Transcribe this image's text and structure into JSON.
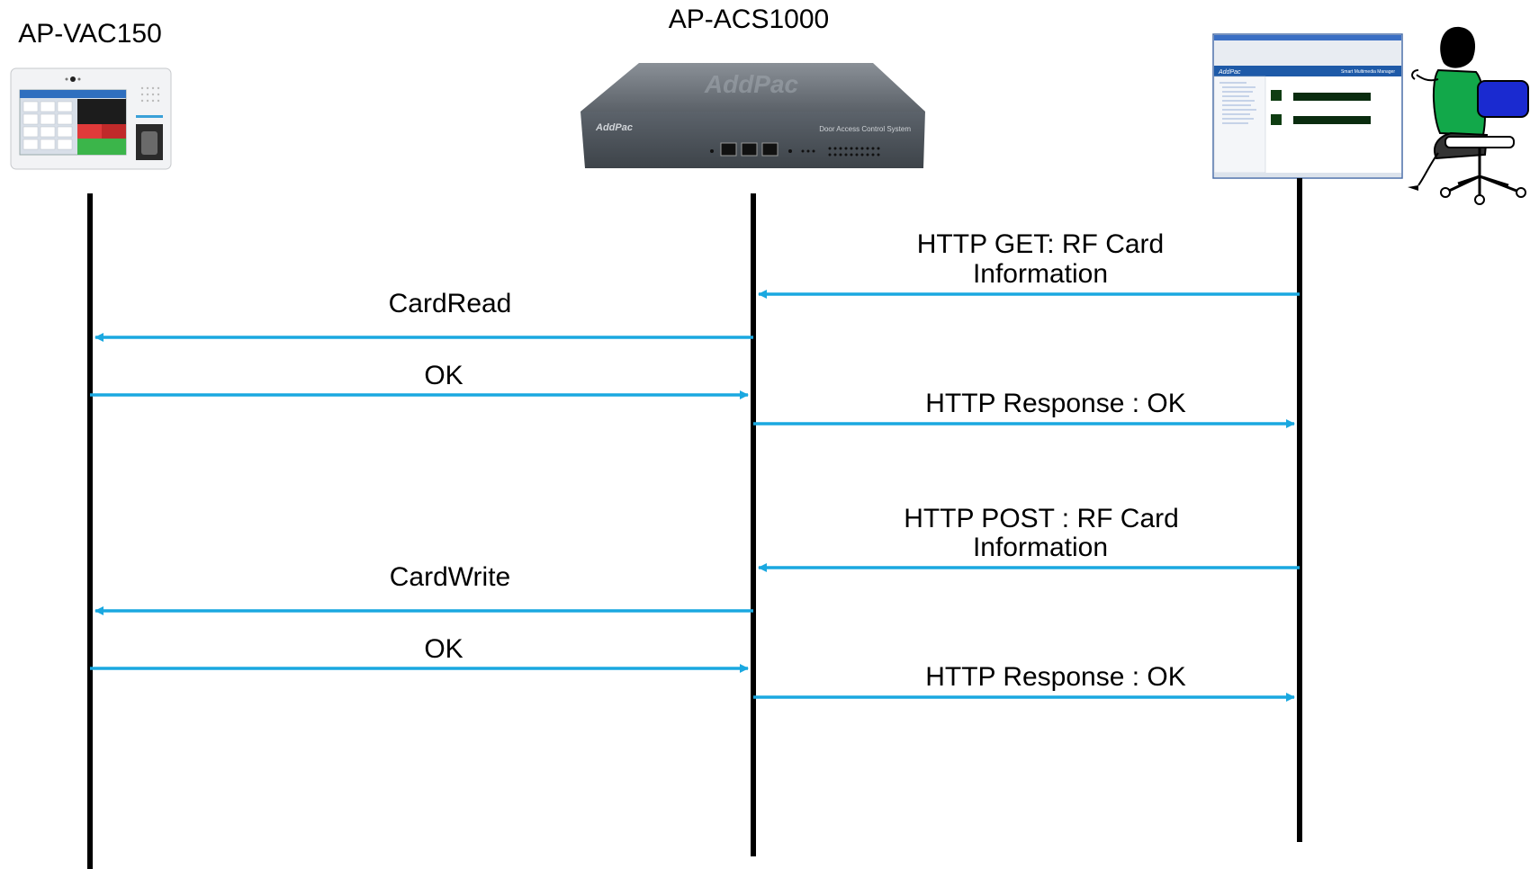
{
  "participants": [
    {
      "id": "vac150",
      "label": "AP-VAC150",
      "device": "door-terminal"
    },
    {
      "id": "acs1000",
      "label": "AP-ACS1000",
      "device": "control-server"
    },
    {
      "id": "admin",
      "label": "",
      "device": "web-browser-admin"
    }
  ],
  "device_text": {
    "server_brand": "AddPac",
    "server_caption": "Door Access Control System",
    "browser_banner": "AddPac",
    "browser_banner_right": "Smart Multimedia Manager"
  },
  "messages": [
    {
      "from": "admin",
      "to": "acs1000",
      "lines": [
        "HTTP GET: RF Card",
        "Information"
      ]
    },
    {
      "from": "acs1000",
      "to": "vac150",
      "lines": [
        "CardRead"
      ]
    },
    {
      "from": "vac150",
      "to": "acs1000",
      "lines": [
        "OK"
      ]
    },
    {
      "from": "acs1000",
      "to": "admin",
      "lines": [
        "HTTP Response : OK"
      ]
    },
    {
      "from": "admin",
      "to": "acs1000",
      "lines": [
        "HTTP POST : RF Card",
        "Information"
      ]
    },
    {
      "from": "acs1000",
      "to": "vac150",
      "lines": [
        "CardWrite"
      ]
    },
    {
      "from": "vac150",
      "to": "acs1000",
      "lines": [
        "OK"
      ]
    },
    {
      "from": "acs1000",
      "to": "admin",
      "lines": [
        "HTTP Response : OK"
      ]
    }
  ],
  "colors": {
    "arrow": "#1aa8e0",
    "lifeline": "#000000"
  }
}
